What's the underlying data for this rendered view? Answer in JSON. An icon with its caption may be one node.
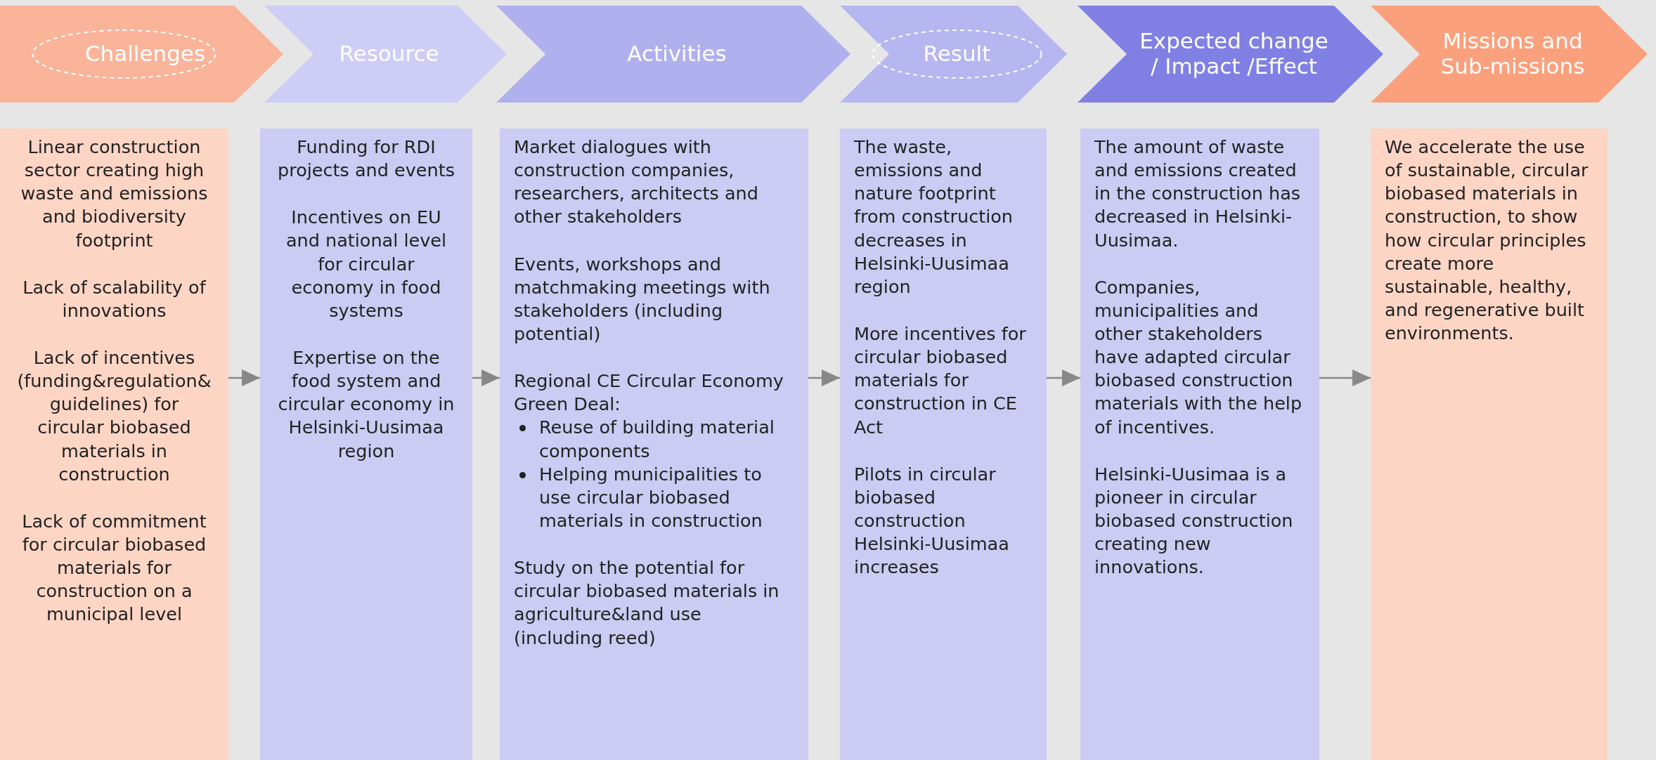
{
  "diagram": {
    "nodes": [
      {
        "text": [
          "Challenges"
        ]
      },
      {
        "text": [
          "Resource"
        ]
      },
      {
        "text": [
          "Activities"
        ]
      },
      {
        "text": [
          "Result"
        ]
      },
      {
        "text": [
          "Expected change / Impact /Effect"
        ]
      },
      {
        "text": [
          "Missions and Sub-missions"
        ]
      },
      {
        "text": [
          "Linear construction sector creating high waste and emissions and biodiversity footprint",
          "Lack of scalability of innovations",
          "Lack of incentives (funding&regulation&guidelines) for circular biobased materials in construction",
          "Lack of commitment for circular biobased materials for construction on a municipal level"
        ]
      },
      {
        "text": [
          "Funding for RDI projects and events",
          "Incentives on EU and national level for circular economy in food systems",
          "Expertise on the food system and circular economy in Helsinki-Uusimaa region"
        ]
      },
      {
        "text": [
          "Market dialogues with construction companies, researchers, architects and other stakeholders",
          "Events, workshops and matchmaking meetings with stakeholders (including potential)",
          "Regional CE Circular Economy Green Deal:",
          "Reuse of building material components",
          "Helping municipalities to use circular biobased materials in construction",
          "Study on the potential for circular biobased materials in agriculture&land use (including reed)"
        ]
      },
      {
        "text": [
          "The waste, emissions and nature footprint from construction decreases in Helsinki-Uusimaa region",
          "More incentives for circular biobased materials for construction in CE Act",
          "Pilots in circular biobased construction Helsinki-Uusimaa increases"
        ]
      },
      {
        "text": [
          "The amount of waste and emissions created in the construction has decreased in Helsinki-Uusimaa.",
          "Companies, municipalities and other stakeholders have adapted circular biobased construction materials with the help of incentives.",
          "Helsinki-Uusimaa is a pioneer in circular biobased construction creating new innovations."
        ]
      },
      {
        "text": [
          "We accelerate the use of sustainable, circular biobased materials in construction, to show how circular principles create more sustainable, healthy, and regenerative built environments."
        ]
      }
    ],
    "edges": [
      {
        "from": 6,
        "to": 7,
        "arrow": "to"
      },
      {
        "from": 7,
        "to": 8,
        "arrow": "to"
      },
      {
        "from": 8,
        "to": 9,
        "arrow": "to"
      },
      {
        "from": 9,
        "to": 10,
        "arrow": "to"
      },
      {
        "from": 10,
        "to": 11,
        "arrow": "to"
      }
    ]
  }
}
